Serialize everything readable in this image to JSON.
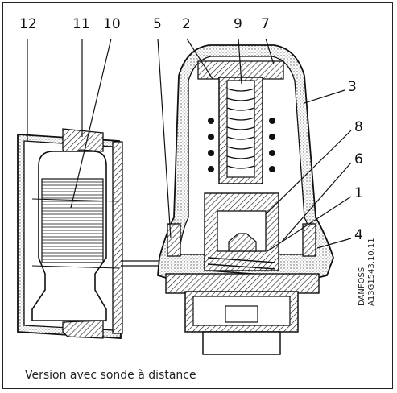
{
  "callouts": {
    "n12": "12",
    "n11": "11",
    "n10": "10",
    "n5": "5",
    "n2": "2",
    "n9": "9",
    "n7": "7",
    "n3": "3",
    "n8": "8",
    "n6": "6",
    "n1": "1",
    "n4": "4"
  },
  "caption": "Version avec sonde à distance",
  "drawing_code": {
    "line1": "DANFOSS",
    "line2": "A13G1543.10.11"
  }
}
